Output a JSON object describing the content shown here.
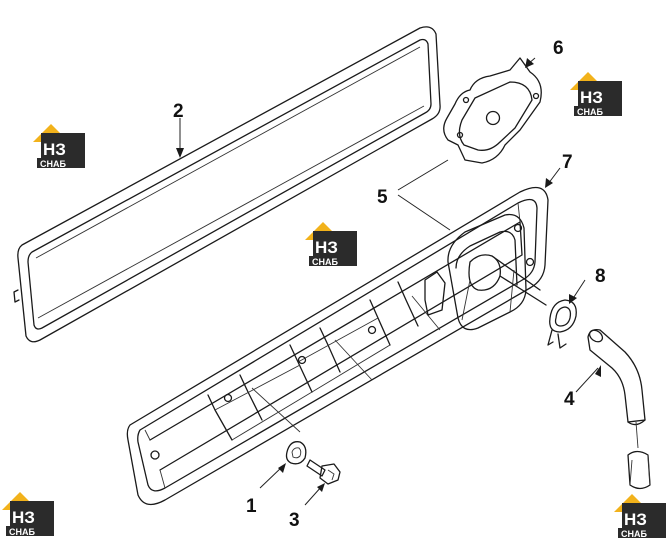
{
  "diagram": {
    "callouts": [
      "1",
      "2",
      "3",
      "4",
      "5",
      "6",
      "7",
      "8"
    ],
    "watermark": {
      "letters": "НЗ",
      "word": "СНАБ",
      "colors": {
        "roof": "#f2b21b",
        "box": "#2b2b2b",
        "text": "#ffffff"
      }
    },
    "colors": {
      "ink": "#1a1a1a",
      "background": "#ffffff"
    }
  }
}
